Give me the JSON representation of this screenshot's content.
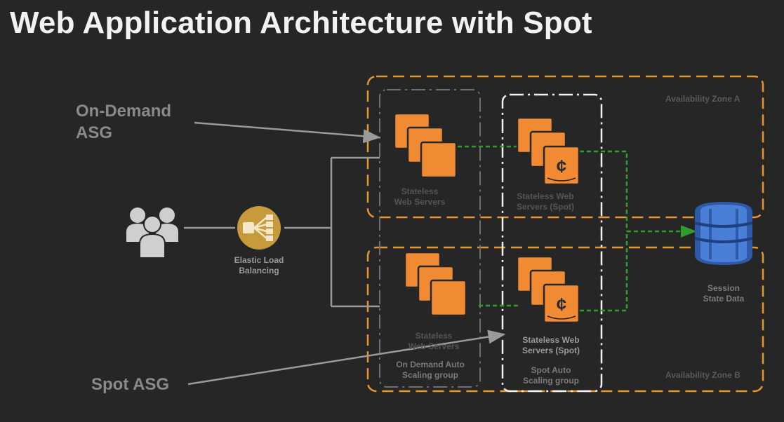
{
  "title": "Web Application Architecture with Spot",
  "callouts": {
    "on_demand_line1": "On-Demand",
    "on_demand_line2": "ASG",
    "spot": "Spot ASG"
  },
  "zones": {
    "a": "Availability Zone A",
    "b": "Availability Zone B"
  },
  "elb": {
    "line1": "Elastic Load",
    "line2": "Balancing"
  },
  "servers": {
    "stateless_a_1": "Stateless",
    "stateless_a_2": "Web Servers",
    "spot_a_1": "Stateless Web",
    "spot_a_2": "Servers (Spot)",
    "stateless_b_1": "Stateless",
    "stateless_b_2": "Web Servers",
    "spot_b_1": "Stateless Web",
    "spot_b_2": "Servers (Spot)"
  },
  "groups": {
    "on_demand_1": "On Demand Auto",
    "on_demand_2": "Scaling group",
    "spot_1": "Spot Auto",
    "spot_2": "Scaling group"
  },
  "session": {
    "line1": "Session",
    "line2": "State Data"
  },
  "spot_symbol": "¢",
  "colors": {
    "background": "#262626",
    "ec2_orange": "#f08a33",
    "zone_border": "#e8962e",
    "elb_gold": "#c79a3c",
    "dynamodb_blue": "#3e6fc6",
    "green_link": "#2f9e2f",
    "connector": "#9a9a9a"
  },
  "icons": [
    "users-icon",
    "elb-icon",
    "ec2-instances-icon",
    "ec2-spot-icon",
    "dynamodb-icon"
  ]
}
